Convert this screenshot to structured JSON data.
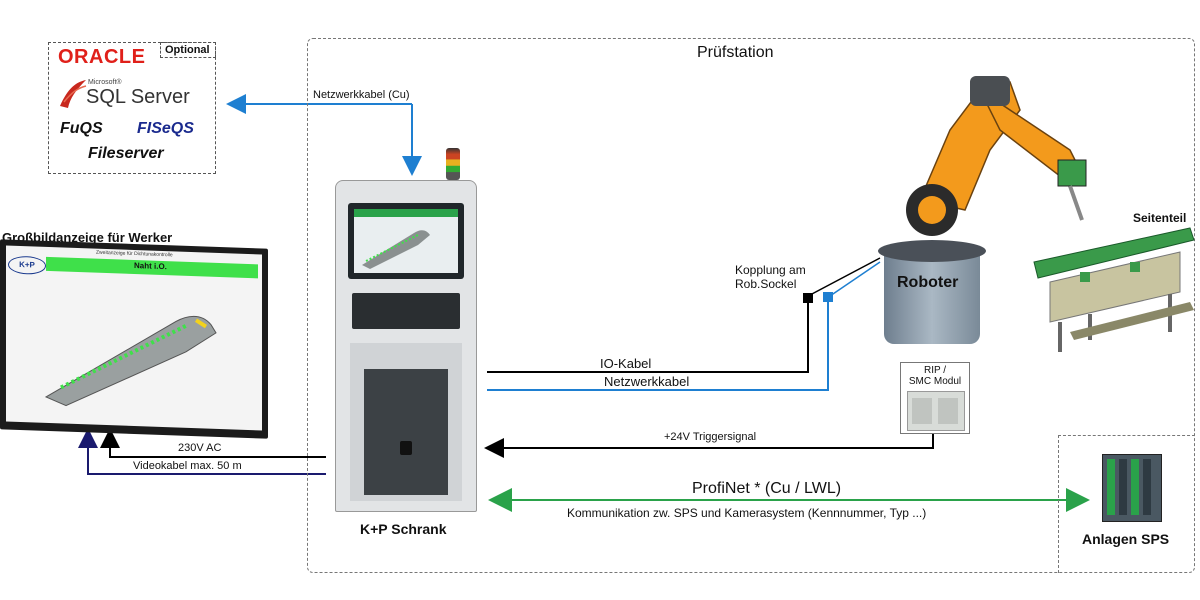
{
  "db_box": {
    "optional": "Optional",
    "oracle": "ORACLE",
    "microsoft": "Microsoft®",
    "sql_server": "SQL Server",
    "fuqs": "FuQS",
    "fiseqs": "FISeQS",
    "fileserver": "Fileserver"
  },
  "station": {
    "title": "Prüfstation"
  },
  "display": {
    "title": "Großbildanzeige für Werker",
    "screen_header": "Zweitanzeige für Dichtunakontrolle",
    "screen_banner": "Naht i.O.",
    "logo": "K+P"
  },
  "cabinet": {
    "label": "K+P Schrank"
  },
  "robot": {
    "label": "Roboter",
    "coupling": "Kopplung am\nRob.Sockel"
  },
  "side_part": {
    "label": "Seitenteil"
  },
  "rip": {
    "label": "RIP /\nSMC Modul"
  },
  "sps": {
    "label": "Anlagen SPS"
  },
  "cables": {
    "network_cu": "Netzwerkkabel  (Cu)",
    "io": "IO-Kabel",
    "network": "Netzwerkkabel",
    "trigger": "+24V Triggersignal",
    "power": "230V AC",
    "video": "Videokabel  max. 50 m",
    "profinet": "ProfiNet *  (Cu / LWL)",
    "comm": "Kommunikation zw. SPS und Kamerasystem (Kennnummer, Typ ...)"
  },
  "colors": {
    "network_blue": "#1e7fd1",
    "profinet_green": "#2aa24a",
    "video_navy": "#1a1a6e",
    "banner_green": "#3fe04a",
    "robot_orange": "#f39a1c"
  }
}
